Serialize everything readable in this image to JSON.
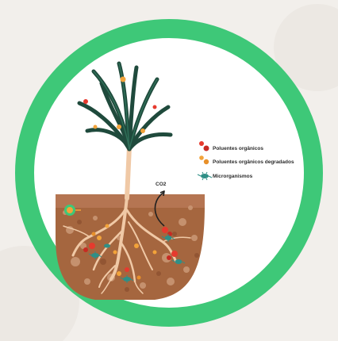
{
  "legend": {
    "items": [
      {
        "label": "Poluentes orgânicos",
        "icon": "red-dots-icon",
        "colors": [
          "#e63a2e",
          "#c82a22"
        ]
      },
      {
        "label": "Poluentes orgânicos degradados",
        "icon": "orange-dots-icon",
        "colors": [
          "#f2a33a",
          "#e8902a"
        ]
      },
      {
        "label": "Microrganismos",
        "icon": "microorganism-icon",
        "colors": [
          "#2f8f86"
        ]
      }
    ]
  },
  "co2_label": "CO2",
  "colors": {
    "ring": "#3ec878",
    "soil": "#a5663f",
    "soil_light": "#c99674",
    "leaf": "#1f4a3c",
    "stem": "#f0c9a6",
    "background": "#f2efeb"
  }
}
